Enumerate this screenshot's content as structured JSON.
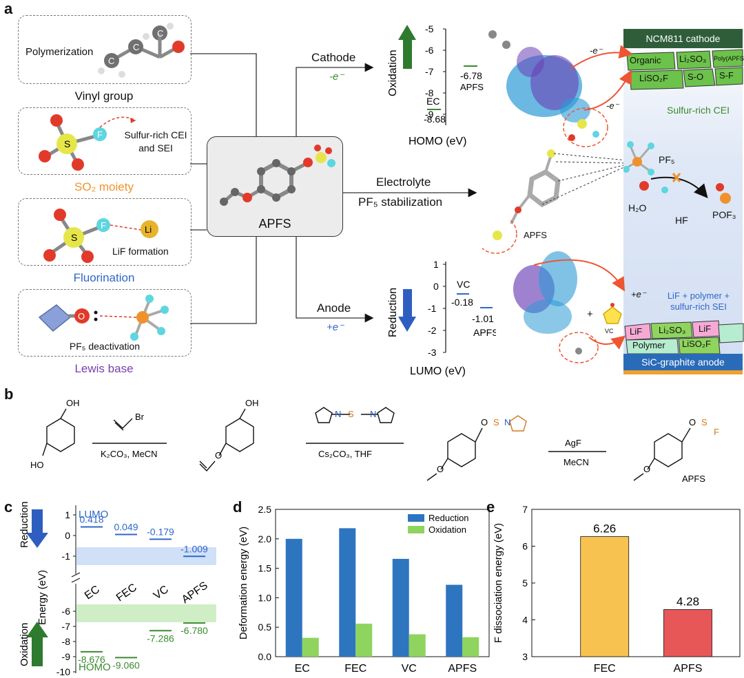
{
  "panel_a": {
    "letter": "a",
    "features": [
      {
        "inner": "Polymerization",
        "caption": "Vinyl group",
        "caption_color": "#111111"
      },
      {
        "inner": "Sulfur-rich CEI and SEI",
        "caption": "SO₂ moiety",
        "caption_color": "#f0922c"
      },
      {
        "inner": "LiF formation",
        "caption": "Fluorination",
        "caption_color": "#2f67c7"
      },
      {
        "inner": "PF₅ deactivation",
        "caption": "Lewis base",
        "caption_color": "#7a3db0"
      }
    ],
    "center_label": "APFS",
    "atom_labels": {
      "c": "C",
      "s": "S",
      "f": "F",
      "o": "O",
      "li": "Li"
    },
    "cathode": {
      "label": "Cathode",
      "sub": "-e⁻"
    },
    "electrolyte": {
      "label": "Electrolyte",
      "sub": "PF₅ stabilization"
    },
    "anode": {
      "label": "Anode",
      "sub": "+e⁻"
    },
    "homo_axis": {
      "ticks": [
        "-5",
        "-6",
        "-7",
        "-8",
        "-9"
      ],
      "xlabel": "HOMO (eV)",
      "arrow_label": "Oxidation"
    },
    "homo_levels": [
      {
        "name": "EC",
        "value": "-8.68"
      },
      {
        "name": "APFS",
        "value": "-6.78"
      }
    ],
    "lumo_axis": {
      "ticks": [
        "1",
        "0",
        "-1",
        "-2",
        "-3"
      ],
      "xlabel": "LUMO (eV)",
      "arrow_label": "Reduction"
    },
    "lumo_levels": [
      {
        "name": "VC",
        "value": "-0.18"
      },
      {
        "name": "APFS",
        "value": "-1.01"
      }
    ],
    "cathode_layer": "NCM811 cathode",
    "cei_parts": [
      "Organic",
      "Li₂SO₃",
      "Poly(APFS)",
      "LiSO₂F",
      "S-O",
      "S-F"
    ],
    "cei_label": "Sulfur-rich CEI",
    "pf5_labels": {
      "pf5": "PF₅",
      "h2o": "H₂O",
      "hf": "HF",
      "pof3": "POF₃",
      "apfs": "APFS"
    },
    "electron_labels": {
      "e1": "-e⁻",
      "e2": "-e⁻",
      "e3": "+e⁻"
    },
    "vc_molecule": {
      "plus": "+",
      "label": "VC"
    },
    "sei_label": "LiF + polymer + sulfur-rich SEI",
    "sei_parts": [
      "LiF",
      "Li₂SO₃",
      "LiF",
      "Polymer",
      "LiSO₂F"
    ],
    "anode_layer": "SiC-graphite  anode"
  },
  "panel_b": {
    "letter": "b",
    "labels": {
      "oh": "OH",
      "ho": "HO",
      "o": "O",
      "br": "Br",
      "s": "S",
      "n": "N",
      "f": "F"
    },
    "reagents": [
      {
        "top": "",
        "bottom": "K₂CO₃, MeCN"
      },
      {
        "top": "",
        "bottom": "Cs₂CO₃, THF"
      },
      {
        "top": "AgF",
        "bottom": "MeCN"
      }
    ],
    "product": "APFS"
  },
  "panel_c": {
    "letter": "c",
    "ylabel": "Energy (eV)",
    "reduction_label": "Reduction",
    "oxidation_label": "Oxidation",
    "lumo_label": "LUMO",
    "homo_label": "HOMO",
    "categories": [
      "EC",
      "FEC",
      "VC",
      "APFS"
    ],
    "yticks": [
      "1",
      "0",
      "-1",
      "-6",
      "-7",
      "-8",
      "-9",
      "-10"
    ],
    "colors": {
      "lumo": "#2f67c7",
      "homo": "#3a8a2e"
    }
  },
  "panel_d": {
    "letter": "d"
  },
  "panel_e": {
    "letter": "e"
  },
  "chart_data": [
    {
      "type": "line",
      "title": "",
      "ylabel": "Energy (eV)",
      "categories": [
        "EC",
        "FEC",
        "VC",
        "APFS"
      ],
      "ylim": [
        -10,
        1
      ],
      "series": [
        {
          "name": "LUMO",
          "values": [
            0.418,
            0.049,
            -0.179,
            -1.009
          ],
          "labels": [
            "0.418",
            "0.049",
            "-0.179",
            "-1.009"
          ]
        },
        {
          "name": "HOMO",
          "values": [
            -8.676,
            -9.06,
            -7.286,
            -6.78
          ],
          "labels": [
            "-8.676",
            "-9.060",
            "-7.286",
            "-6.780"
          ]
        }
      ]
    },
    {
      "type": "bar",
      "title": "",
      "ylabel": "Deformation energy (eV)",
      "categories": [
        "EC",
        "FEC",
        "VC",
        "APFS"
      ],
      "ylim": [
        0,
        2.5
      ],
      "yticks": [
        "0.0",
        "0.5",
        "1.0",
        "1.5",
        "2.0",
        "2.5"
      ],
      "legend_position": "top-right",
      "series": [
        {
          "name": "Reduction",
          "values": [
            2.0,
            2.18,
            1.66,
            1.22
          ],
          "color": "#2e75c0"
        },
        {
          "name": "Oxidation",
          "values": [
            0.32,
            0.56,
            0.38,
            0.33
          ],
          "color": "#8fd45e"
        }
      ]
    },
    {
      "type": "bar",
      "title": "",
      "ylabel": "F dissociation energy (eV)",
      "categories": [
        "FEC",
        "APFS"
      ],
      "ylim": [
        3,
        7
      ],
      "yticks": [
        "3",
        "4",
        "5",
        "6",
        "7"
      ],
      "values": [
        6.26,
        4.28
      ],
      "labels": [
        "6.26",
        "4.28"
      ],
      "colors": [
        "#f7c24f",
        "#e85757"
      ]
    }
  ]
}
